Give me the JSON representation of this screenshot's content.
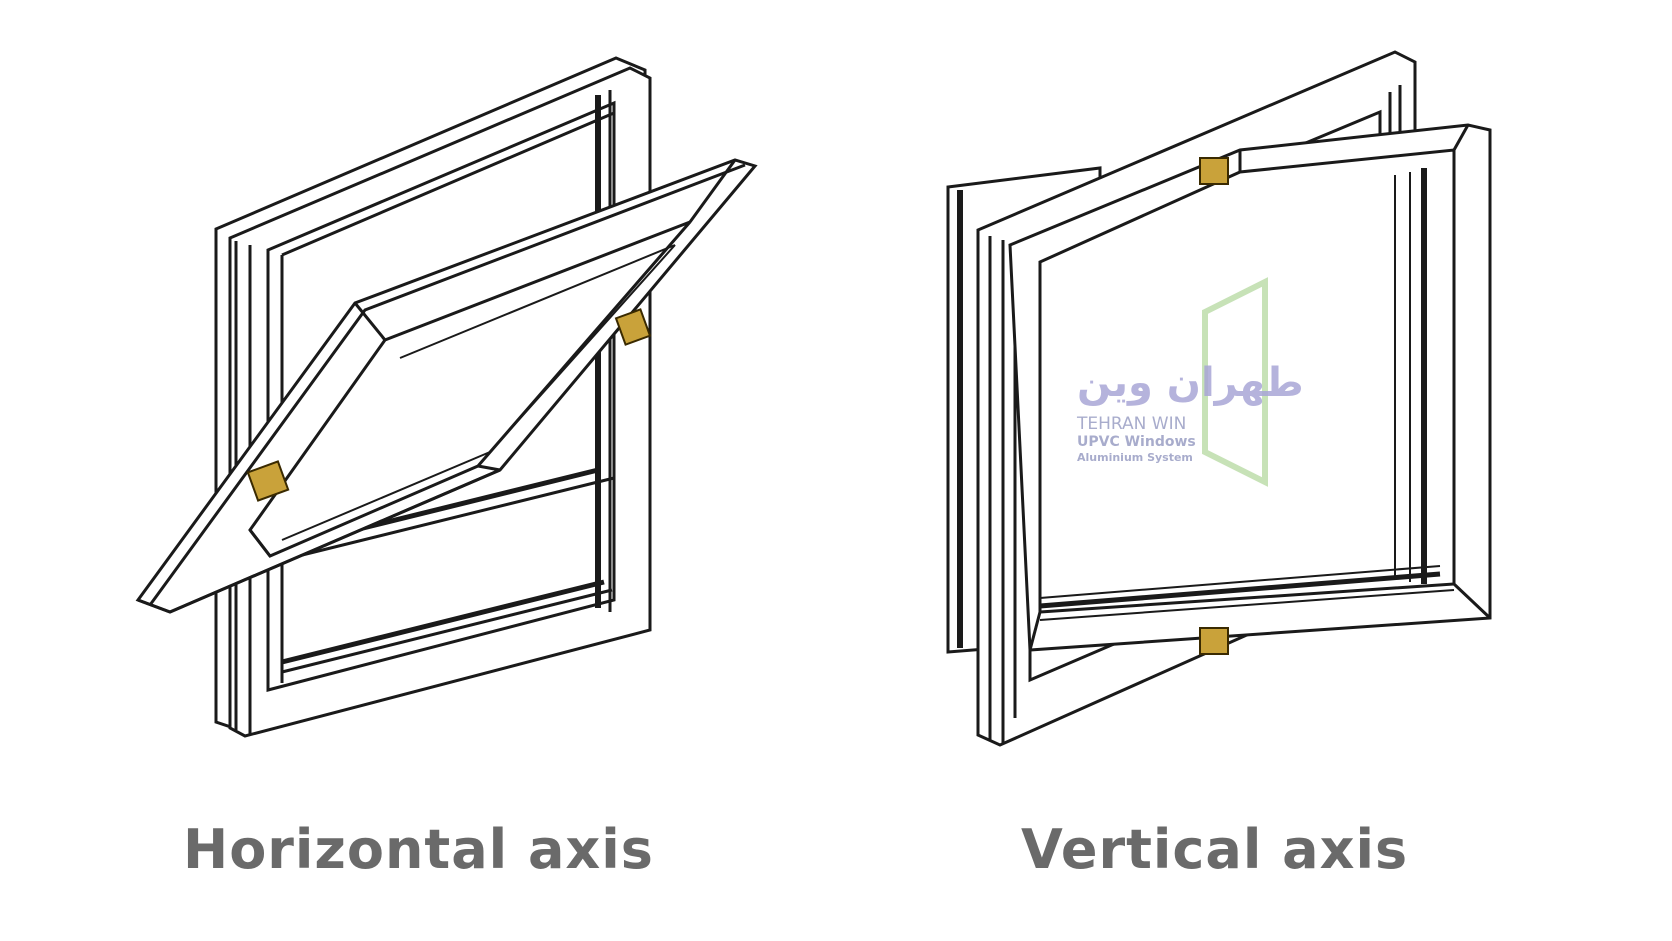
{
  "captions": {
    "left": "Horizontal axis",
    "right": "Vertical axis"
  },
  "watermark": {
    "brand_fa": "طهران وین",
    "brand_en": "TEHRAN WIN",
    "line1": "UPVC Windows",
    "line2": "Aluminium System"
  },
  "colors": {
    "line": "#1a1a1a",
    "hinge": "#c9a23a",
    "caption": "#6a6a6a",
    "watermark_text": "#9a9ec4",
    "watermark_logo": "#c7e2b7"
  }
}
